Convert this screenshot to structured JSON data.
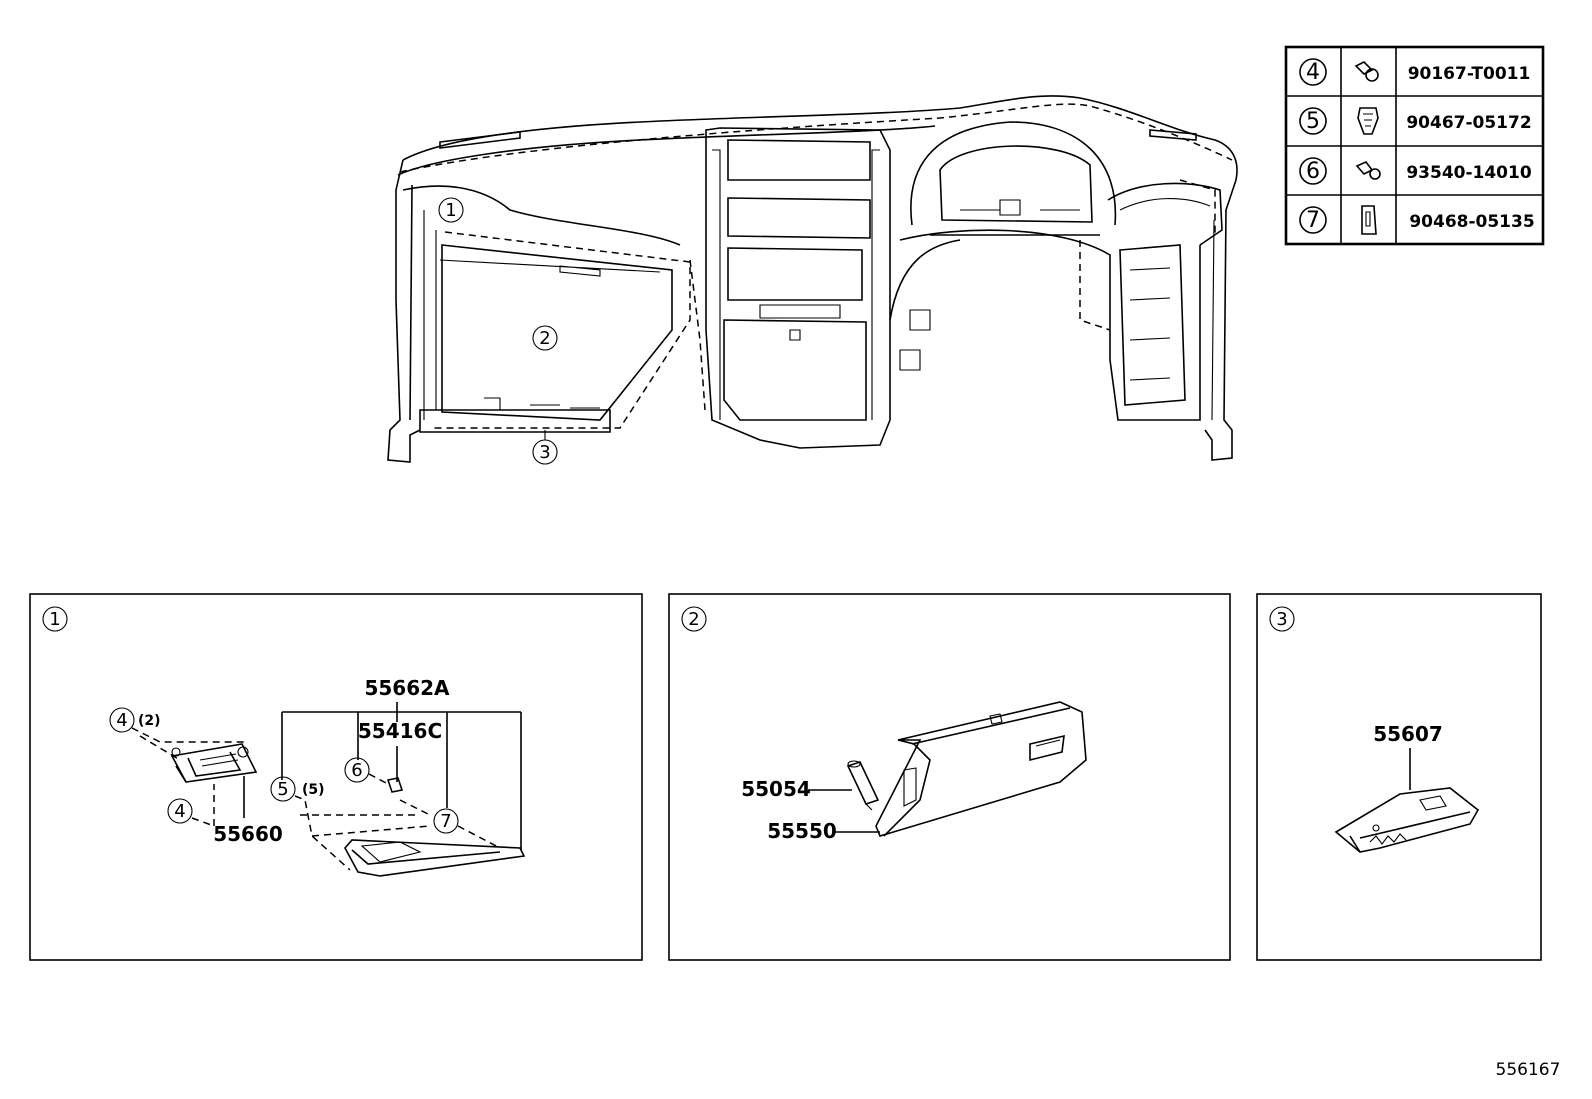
{
  "fastener_table": [
    {
      "callout": "4",
      "part_no": "90167-T0011",
      "icon": "bolt-icon"
    },
    {
      "callout": "5",
      "part_no": "90467-05172",
      "icon": "clip-icon"
    },
    {
      "callout": "6",
      "part_no": "93540-14010",
      "icon": "screw-icon"
    },
    {
      "callout": "7",
      "part_no": "90468-05135",
      "icon": "nut-clip-icon"
    }
  ],
  "overview": {
    "callouts": [
      "1",
      "2",
      "3"
    ]
  },
  "panel1": {
    "callout": "1",
    "parts": {
      "assembly": "55662A",
      "sub": "55416C",
      "bracket": "55660"
    },
    "fasteners": [
      {
        "callout": "4",
        "qty": "(2)"
      },
      {
        "callout": "4",
        "qty": ""
      },
      {
        "callout": "5",
        "qty": "(5)"
      },
      {
        "callout": "6",
        "qty": ""
      },
      {
        "callout": "7",
        "qty": ""
      }
    ]
  },
  "panel2": {
    "callout": "2",
    "parts": {
      "damper": "55054",
      "door": "55550"
    }
  },
  "panel3": {
    "callout": "3",
    "parts": {
      "lock": "55607"
    }
  },
  "figure_number": "556167"
}
